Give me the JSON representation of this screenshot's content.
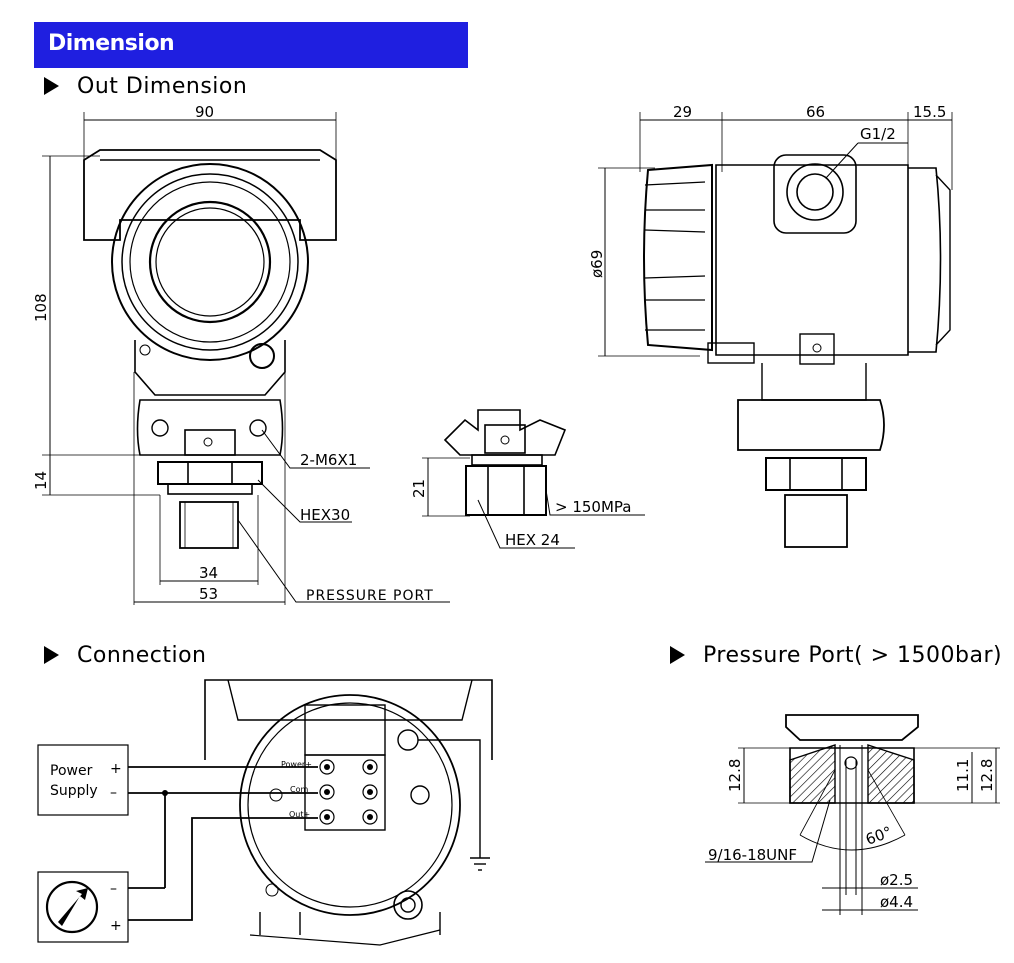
{
  "header": {
    "title": "Dimension"
  },
  "sections": {
    "out_dimension": "Out Dimension",
    "connection": "Connection",
    "pressure_port": "Pressure Port( > 1500bar)"
  },
  "front_view": {
    "width": "90",
    "height": "108",
    "bottom_height": "14",
    "mount_thread": "2-M6X1",
    "hex": "HEX30",
    "inner_width": "34",
    "outer_width": "53",
    "port_label": "PRESSURE PORT"
  },
  "detail_view": {
    "height": "21",
    "pressure": "> 150MPa",
    "hex": "HEX 24"
  },
  "side_view": {
    "dim_left": "29",
    "dim_mid": "66",
    "dim_right": "15.5",
    "diameter": "ø69",
    "thread": "G1/2"
  },
  "connection": {
    "power_label_line1": "Power",
    "power_label_line2": "Supply",
    "plus": "+",
    "minus": "–",
    "terminal_power": "Power+",
    "terminal_com": "Com",
    "terminal_out": "Out+",
    "meter_minus": "–",
    "meter_plus": "+"
  },
  "port_detail": {
    "h_left": "12.8",
    "h_right1": "11.1",
    "h_right2": "12.8",
    "angle": "60°",
    "thread": "9/16-18UNF",
    "d_small": "ø2.5",
    "d_large": "ø4.4"
  },
  "colors": {
    "header_bg": "#1f1fe0",
    "header_text": "#ffffff",
    "line": "#000000"
  }
}
